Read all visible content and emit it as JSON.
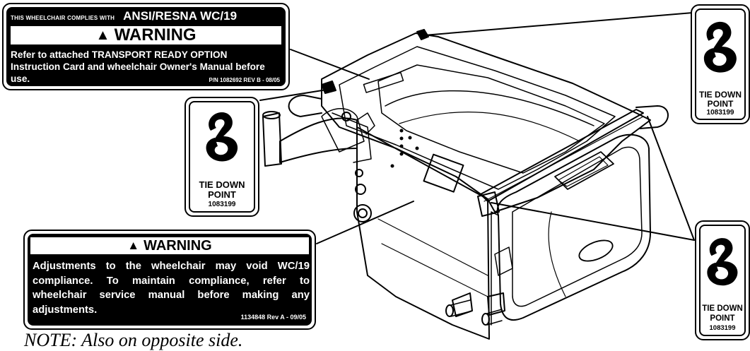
{
  "top_label": {
    "complies_prefix": "THIS WHEELCHAIR COMPLIES WITH",
    "standard": "ANSI/RESNA WC/19",
    "warning_title": "WARNING",
    "body": "Refer to attached TRANSPORT READY OPTION Instruction Card and wheelchair Owner's Manual before use.",
    "part_number": "P/N 1082692 REV B - 08/05"
  },
  "bottom_label": {
    "warning_title": "WARNING",
    "body": "Adjustments to the wheelchair may void WC/19 compliance. To maintain compliance, refer to wheelchair service manual before making any adjustments.",
    "part_number": "1134848 Rev A - 09/05"
  },
  "tie_down_labels": [
    {
      "line1": "TIE DOWN",
      "line2": "POINT",
      "part": "1083199"
    },
    {
      "line1": "TIE DOWN",
      "line2": "POINT",
      "part": "1083199"
    },
    {
      "line1": "TIE DOWN",
      "line2": "POINT",
      "part": "1083199"
    }
  ],
  "note": "NOTE: Also on opposite side."
}
